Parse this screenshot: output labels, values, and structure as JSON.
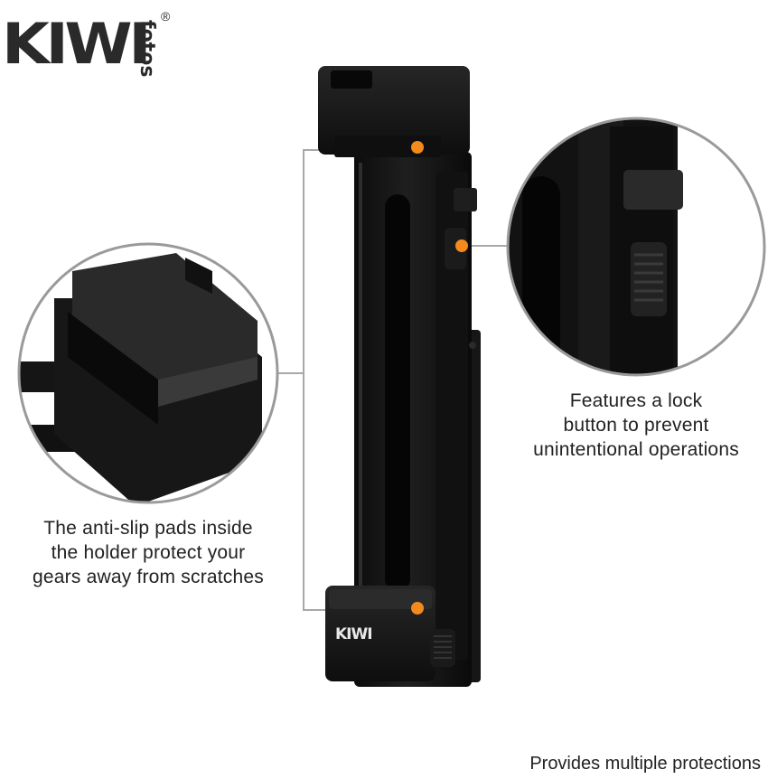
{
  "brand": {
    "logo_word": "KIWI",
    "logo_sub": "fotos",
    "registered": "®"
  },
  "captions": {
    "lock_button": [
      "Features a lock",
      "button to prevent",
      "unintentional operations"
    ],
    "anti_slip": [
      "The anti-slip pads inside",
      "the holder protect your",
      "gears away from scratches"
    ],
    "footer": "Provides multiple protections"
  },
  "colors": {
    "background": "#ffffff",
    "device_body": "#141414",
    "device_edge": "#2b2b2b",
    "accent_marker": "#f28a1e",
    "callout_line": "#a8a8a8",
    "circle_border": "#9a9a9a"
  },
  "icons": {
    "marker": "orange-dot-marker"
  }
}
